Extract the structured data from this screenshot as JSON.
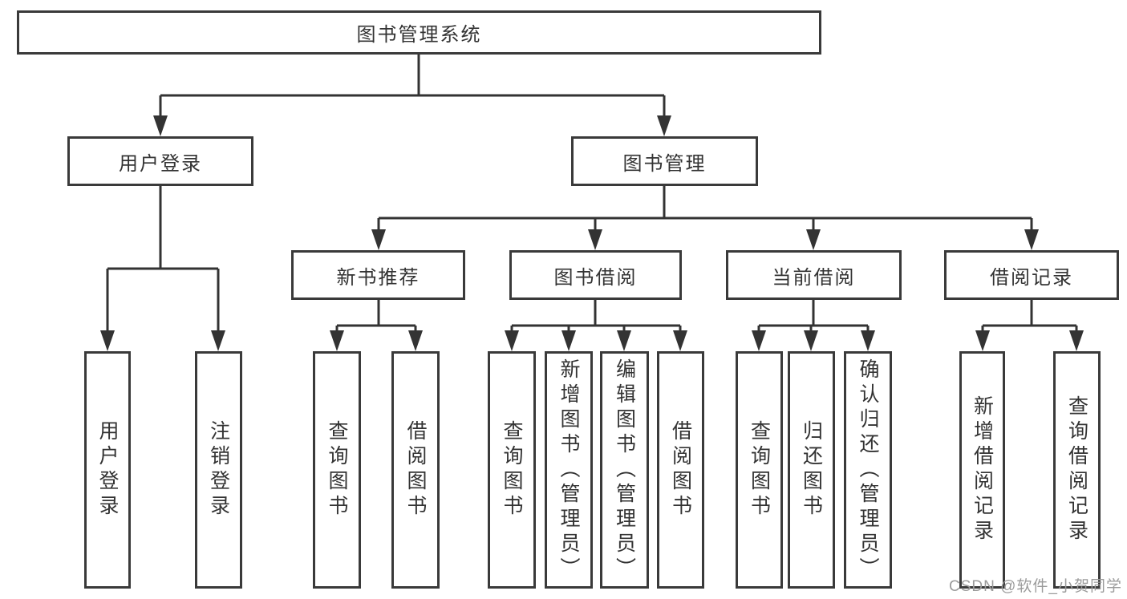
{
  "tree": {
    "label": "图书管理系统",
    "children": [
      {
        "label": "用户登录",
        "children": [
          {
            "label": "用户登录"
          },
          {
            "label": "注销登录"
          }
        ]
      },
      {
        "label": "图书管理",
        "children": [
          {
            "label": "新书推荐",
            "children": [
              {
                "label": "查询图书"
              },
              {
                "label": "借阅图书"
              }
            ]
          },
          {
            "label": "图书借阅",
            "children": [
              {
                "label": "查询图书"
              },
              {
                "label": "新增图书（管理员）"
              },
              {
                "label": "编辑图书（管理员）"
              },
              {
                "label": "借阅图书"
              }
            ]
          },
          {
            "label": "当前借阅",
            "children": [
              {
                "label": "查询图书"
              },
              {
                "label": "归还图书"
              },
              {
                "label": "确认归还（管理员）"
              }
            ]
          },
          {
            "label": "借阅记录",
            "children": [
              {
                "label": "新增借阅记录"
              },
              {
                "label": "查询借阅记录"
              }
            ]
          }
        ]
      }
    ]
  },
  "watermark": {
    "text": "CSDN @软件_小贺同学"
  },
  "colors": {
    "line": "#333333",
    "box_border": "#3a3a3a",
    "text": "#333333",
    "background": "#ffffff",
    "watermark": "#9b9b9b"
  }
}
